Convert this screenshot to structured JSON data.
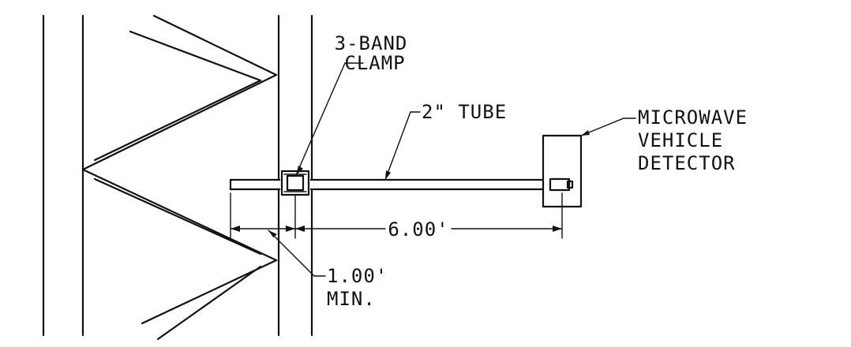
{
  "labels": {
    "clamp": [
      "3-BAND",
      "CLAMP"
    ],
    "tube": "2\" TUBE",
    "detector": [
      "MICROWAVE",
      "VEHICLE",
      "DETECTOR"
    ],
    "dim_6": "6.00'",
    "dim_min": [
      "1.00'",
      "MIN."
    ]
  },
  "colors": {
    "ink": "#111111",
    "background": "#ffffff"
  }
}
